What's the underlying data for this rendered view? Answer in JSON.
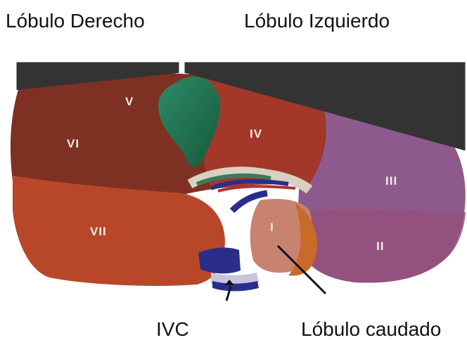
{
  "labels": {
    "right_lobe": "Lóbulo Derecho",
    "left_lobe": "Lóbulo Izquierdo",
    "ivc": "IVC",
    "caudate_lobe": "Lóbulo caudado"
  },
  "segments": {
    "I": "I",
    "II": "II",
    "III": "III",
    "IV": "IV",
    "V": "V",
    "VI": "VI",
    "VII": "VII"
  },
  "colors": {
    "right_lobe_upper": "#7e3122",
    "right_lobe_lower": "#b8472a",
    "segment_iv": "#a3382a",
    "left_lobe": "#8e5a8e",
    "left_lobe_lower": "#94507a",
    "gallbladder": "#1f6e50",
    "ivc": "#2a2e8a",
    "caudate": "#c88270",
    "bracket": "#333333"
  }
}
